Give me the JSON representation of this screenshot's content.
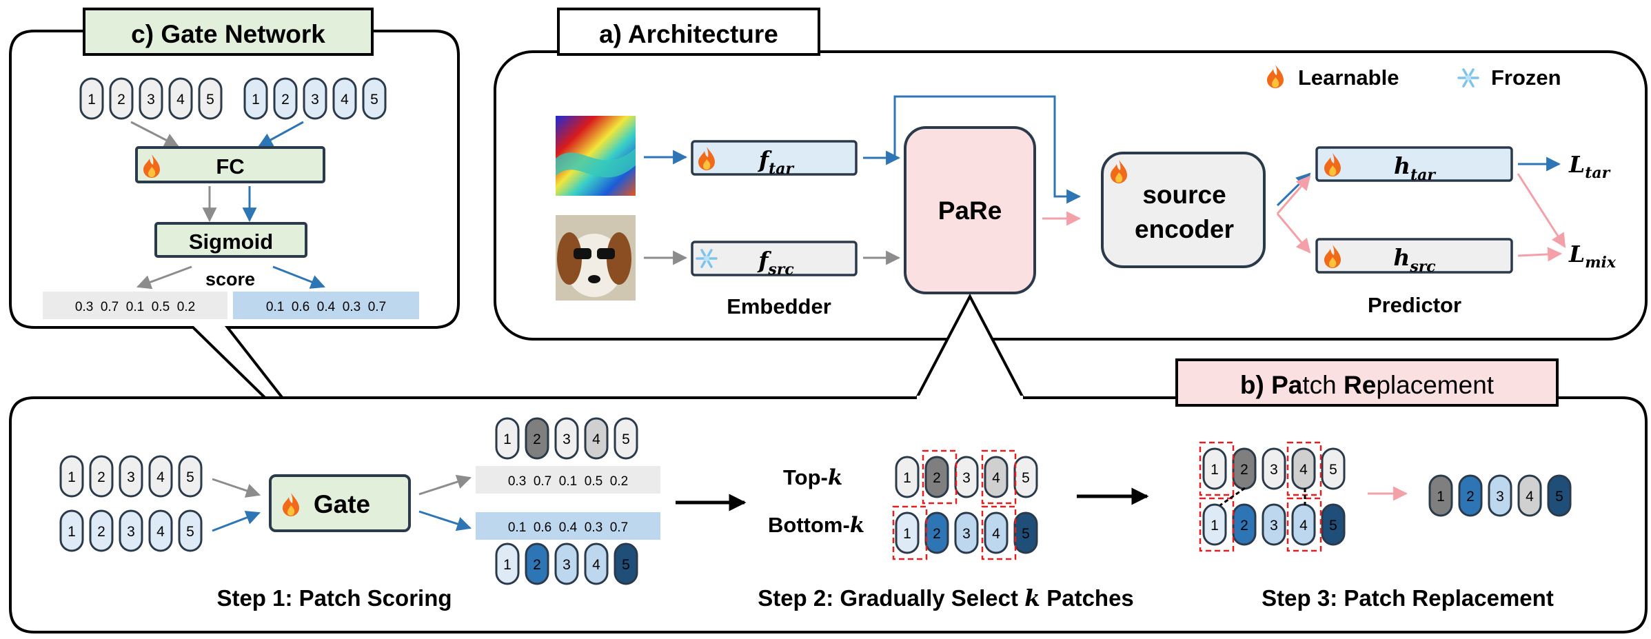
{
  "panels": {
    "gate_network": {
      "title": "c) Gate Network",
      "fc": "FC",
      "sigmoid": "Sigmoid",
      "score": "score",
      "scores_a": "0.3  0.7  0.1  0.5  0.2",
      "scores_b": "0.1  0.6  0.4  0.3  0.7"
    },
    "architecture": {
      "title": "a) Architecture",
      "learnable": "Learnable",
      "frozen": "Frozen",
      "f_tar": "f",
      "f_tar_sub": "tar",
      "f_src": "f",
      "f_src_sub": "src",
      "pare": "PaRe",
      "source_encoder_1": "source",
      "source_encoder_2": "encoder",
      "h_tar": "h",
      "h_tar_sub": "tar",
      "h_src": "h",
      "h_src_sub": "src",
      "l_tar": "L",
      "l_tar_sub": "tar",
      "l_mix": "L",
      "l_mix_sub": "mix",
      "embedder": "Embedder",
      "predictor": "Predictor"
    },
    "patch_replacement": {
      "title_parts": [
        "b) ",
        "Pa",
        "tch ",
        "Re",
        "placement"
      ],
      "gate": "Gate",
      "scores_a": "0.3  0.7  0.1  0.5  0.2",
      "scores_b": "0.1  0.6  0.4  0.3  0.7",
      "top_k": "Top-",
      "bottom_k": "Bottom-",
      "k": "k",
      "step1": "Step 1: Patch Scoring",
      "step2_pre": "Step 2: Gradually Select ",
      "step2_k": "k",
      "step2_post": " Patches",
      "step3": "Step 3: Patch Replacement"
    }
  },
  "patch_numbers": [
    "1",
    "2",
    "3",
    "4",
    "5"
  ],
  "colors": {
    "blue_arrow": "#2e75b6",
    "gray_arrow": "#8c8c8c",
    "pink_arrow": "#f4a0a8",
    "green_box": "#e2efda",
    "blue_box": "#ddebf7",
    "pink_box": "#fbe0e2",
    "gray_box": "#efefef",
    "dark_blue": "#1f4e79",
    "mid_blue": "#2e75b6",
    "light_blue": "#bdd7ee",
    "pale_blue": "#deebf7",
    "dark_gray": "#7f7f7f",
    "light_gray": "#d0d0d0",
    "pale_gray": "#efefef"
  },
  "icons": [
    "flame-icon",
    "snowflake-icon"
  ]
}
